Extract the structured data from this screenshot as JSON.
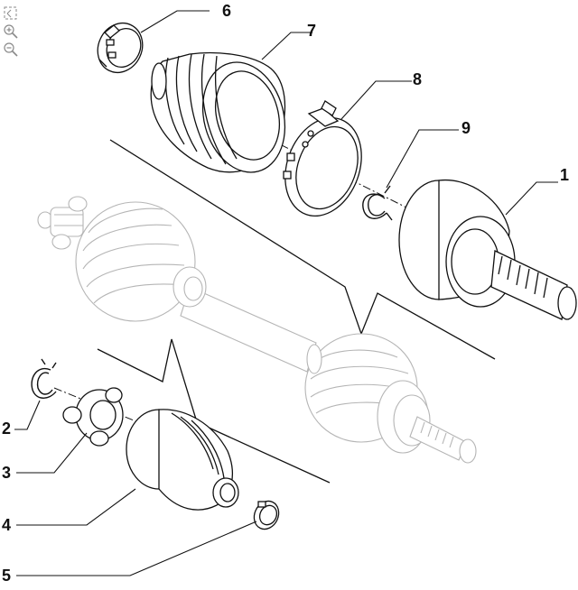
{
  "toolbar": {
    "fit_icon": "fit-to-page-icon",
    "zoom_in_icon": "zoom-in-icon",
    "zoom_out_icon": "zoom-out-icon"
  },
  "callouts": {
    "c1": "1",
    "c2": "2",
    "c3": "3",
    "c4": "4",
    "c5": "5",
    "c6": "6",
    "c7": "7",
    "c8": "8",
    "c9": "9"
  },
  "colors": {
    "line": "#111111",
    "ghost": "#b5b5b5",
    "background": "#ffffff"
  }
}
